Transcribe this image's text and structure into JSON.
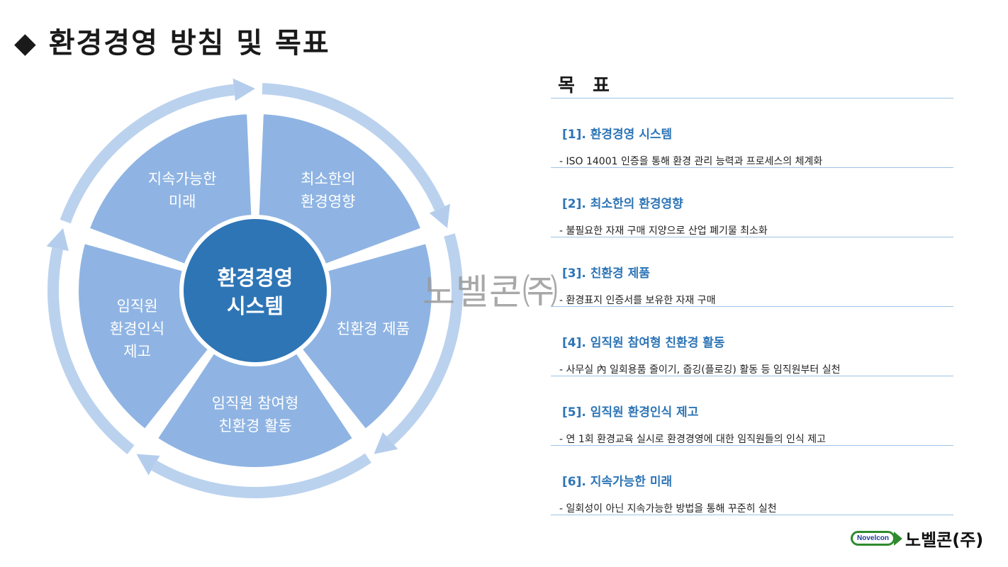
{
  "title": "◆ 환경경영 방침 및 목표",
  "cycle": {
    "center": [
      "환경경영",
      "시스템"
    ],
    "segments": [
      {
        "lines": [
          "최소한의",
          "환경영향"
        ]
      },
      {
        "lines": [
          "친환경 제품"
        ]
      },
      {
        "lines": [
          "임직원 참여형",
          "친환경 활동"
        ]
      },
      {
        "lines": [
          "임직원",
          "환경인식",
          "제고"
        ]
      },
      {
        "lines": [
          "지속가능한",
          "미래"
        ]
      }
    ]
  },
  "watermark": "노벨콘㈜",
  "goals": {
    "title": "목 표",
    "items": [
      {
        "head": "[1]. 환경경영 시스템",
        "desc": "- ISO 14001 인증을 통해 환경 관리 능력과 프로세스의 체계화"
      },
      {
        "head": "[2]. 최소한의 환경영향",
        "desc": "- 불필요한 자재 구매 지양으로 산업 폐기물 최소화"
      },
      {
        "head": "[3]. 친환경 제품",
        "desc": "- 환경표지 인증서를 보유한 자재 구매"
      },
      {
        "head": "[4]. 임직원 참여형 친환경 활동",
        "desc": "- 사무실 內 일회용품 줄이기, 줍깅(플로깅) 활동 등 임직원부터 실천"
      },
      {
        "head": "[5]. 임직원 환경인식 제고",
        "desc": "- 연 1회 환경교육 실시로 환경경영에 대한 임직원들의 인식 제고"
      },
      {
        "head": "[6]. 지속가능한 미래",
        "desc": "- 일회성이 아닌 지속가능한 방법을 통해 꾸준히 실천"
      }
    ]
  },
  "logo": {
    "brand": "Novelcon",
    "name": "노벨콘(주)"
  },
  "colors": {
    "segment": "#8fb4e3",
    "ring": "#b4cdec",
    "center": "#2e75b6",
    "accent": "#2e75b6",
    "line": "#9dc3e6"
  }
}
